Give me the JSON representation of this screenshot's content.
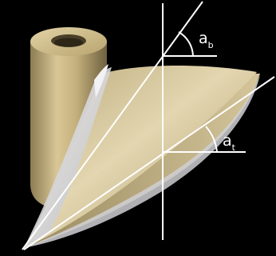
{
  "diagram": {
    "background_color": "#000000",
    "line_color": "#ffffff",
    "hub_color": "#cdbb8c",
    "blade_color": "#d8c9a0",
    "blade_edge_color": "#e6e6ea",
    "labels": {
      "bottom_angle": {
        "symbol": "a",
        "subscript": "b"
      },
      "top_angle": {
        "symbol": "a",
        "subscript": "t"
      }
    }
  }
}
